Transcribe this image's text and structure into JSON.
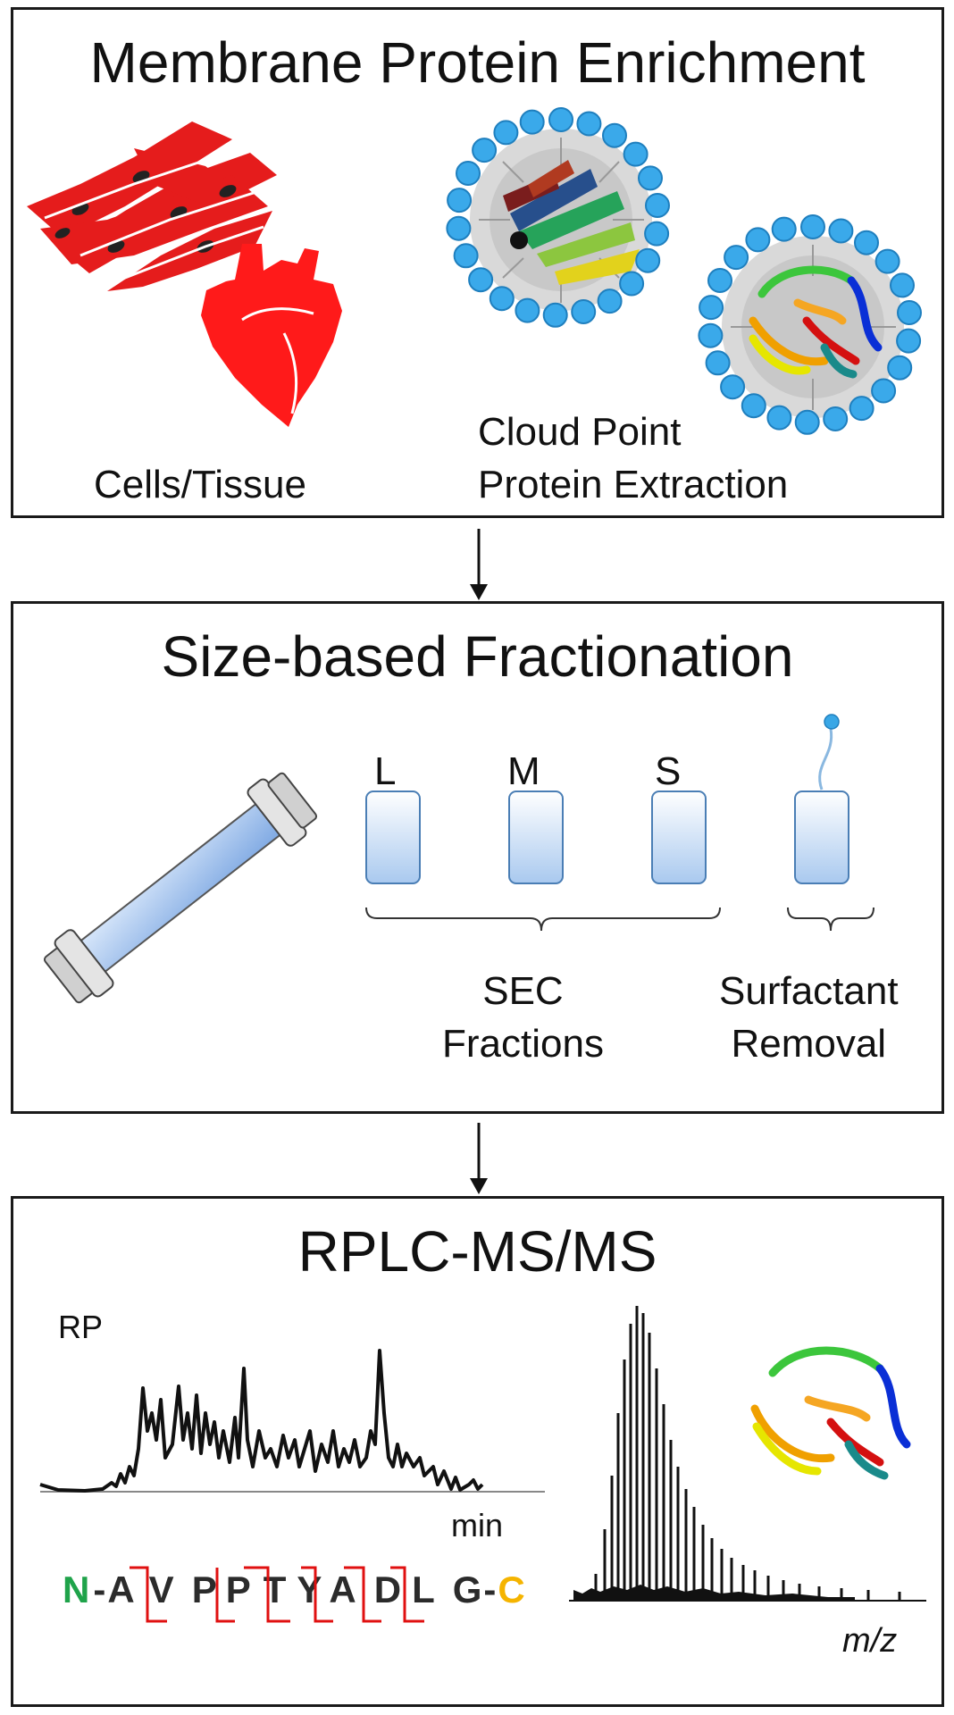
{
  "panels": {
    "enrichment": {
      "title": "Membrane Protein Enrichment",
      "cells_label": "Cells/Tissue",
      "extraction_label_line1": "Cloud Point",
      "extraction_label_line2": "Protein Extraction"
    },
    "fractionation": {
      "title": "Size-based Fractionation",
      "fraction_labels": [
        "L",
        "M",
        "S"
      ],
      "sec_label_line1": "SEC",
      "sec_label_line2": "Fractions",
      "surfactant_label_line1": "Surfactant",
      "surfactant_label_line2": "Removal"
    },
    "rplc": {
      "title": "RPLC-MS/MS",
      "rp_label": "RP",
      "min_label": "min",
      "mz_label": "m/z",
      "sequence": [
        "N",
        "-A",
        "V",
        "P",
        "P",
        "T",
        "Y",
        "A",
        "D",
        "L",
        "G-",
        "C"
      ]
    }
  },
  "colors": {
    "cells_red": "#e51c1c",
    "heart_red": "#ff1a1a",
    "micelle_blue": "#39a7e6",
    "column_blue": "#a9c9ef",
    "n_terminus_green": "#1fa34a",
    "c_terminus_orange": "#f5b400",
    "fragment_red": "#e01010"
  }
}
